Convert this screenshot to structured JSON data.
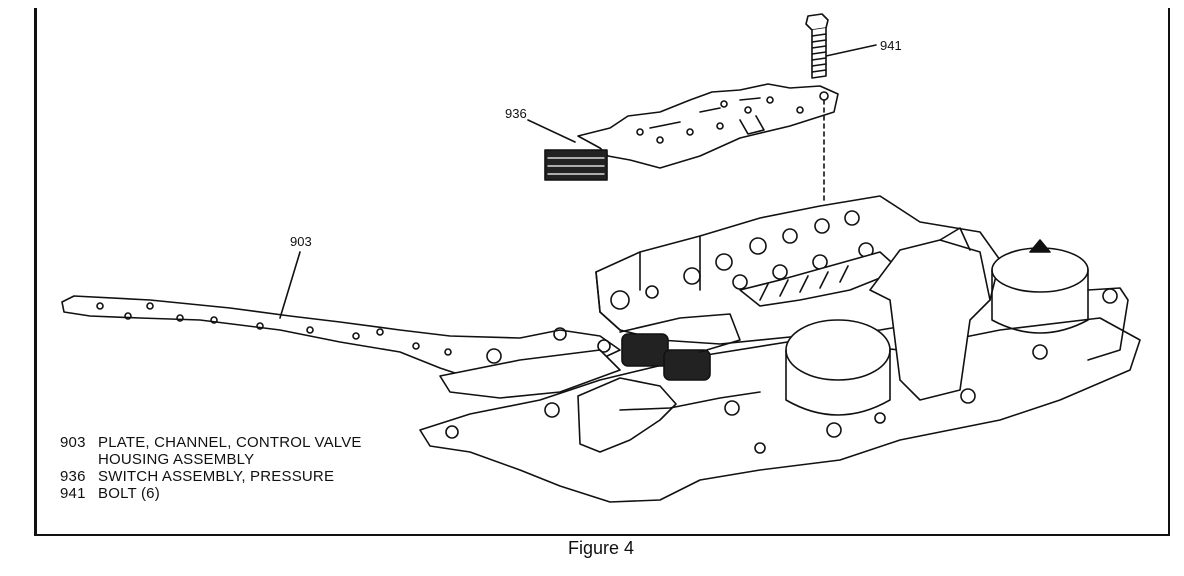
{
  "callouts": {
    "plate": "903",
    "switch": "936",
    "bolt": "941"
  },
  "legend": [
    {
      "num": "903",
      "text": "PLATE, CHANNEL, CONTROL VALVE",
      "cont": "HOUSING ASSEMBLY"
    },
    {
      "num": "936",
      "text": "SWITCH ASSEMBLY, PRESSURE"
    },
    {
      "num": "941",
      "text": "BOLT (6)"
    }
  ],
  "caption": "Figure 4"
}
